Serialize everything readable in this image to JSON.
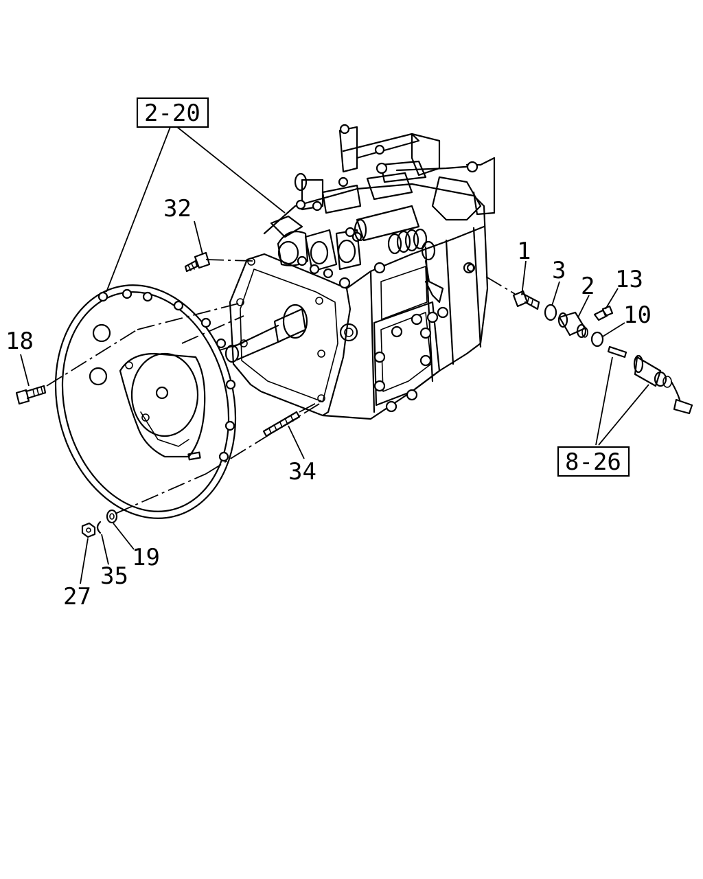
{
  "diagram": {
    "callouts": {
      "c1": "1",
      "c2": "2",
      "c3": "3",
      "c10": "10",
      "c13": "13",
      "c18": "18",
      "c19": "19",
      "c27": "27",
      "c32": "32",
      "c34": "34",
      "c35": "35"
    },
    "references": {
      "r2_20": "2-20",
      "r8_26": "8-26"
    }
  }
}
